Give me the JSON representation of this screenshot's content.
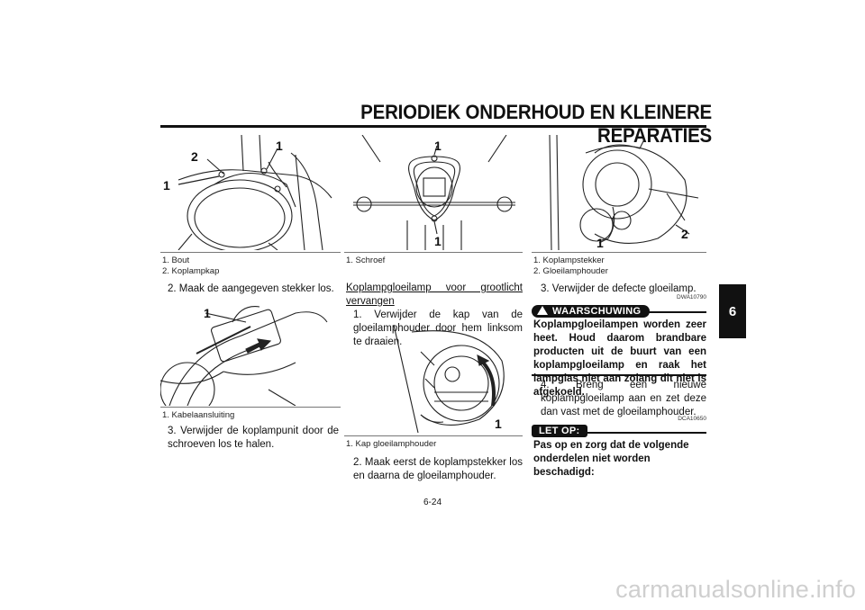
{
  "header": {
    "title": "PERIODIEK ONDERHOUD EN KLEINERE REPARATIES",
    "chapter_tab": "6"
  },
  "col1": {
    "fig1": {
      "callouts": [
        "1",
        "2",
        "1"
      ],
      "captions": [
        "1. Bout",
        "2. Koplampkap"
      ]
    },
    "step2": "2. Maak de aangegeven stekker los.",
    "fig2": {
      "callouts": [
        "1"
      ],
      "captions": [
        "1. Kabelaansluiting"
      ]
    },
    "step3": "3. Verwijder de koplampunit door de schroeven los te halen."
  },
  "col2": {
    "fig1": {
      "callouts": [
        "1",
        "1"
      ],
      "captions": [
        "1. Schroef"
      ]
    },
    "section_heading": "Koplampgloeilamp voor grootlicht vervangen",
    "step1": "1. Verwijder de kap van de gloeilamphouder door hem linksom te draaien.",
    "fig2": {
      "callouts": [
        "1"
      ],
      "captions": [
        "1. Kap gloeilamphouder"
      ]
    },
    "step2": "2. Maak eerst de koplampstekker los en daarna de gloeilamphouder."
  },
  "col3": {
    "fig1": {
      "callouts": [
        "1",
        "2"
      ],
      "captions": [
        "1. Koplampstekker",
        "2. Gloeilamphouder"
      ]
    },
    "step3": "3. Verwijder de defecte gloeilamp.",
    "warning": {
      "code": "DWA10790",
      "label": "WAARSCHUWING",
      "text": "Koplampgloeilampen worden zeer heet. Houd daarom brandbare producten uit de buurt van een koplampgloeilamp en raak het lampglas niet aan zolang dit niet is afgekoeld."
    },
    "step4": "4. Breng een nieuwe koplampgloeilamp aan en zet deze dan vast met de gloeilamphouder.",
    "note": {
      "code": "DCA10650",
      "label": "LET OP:",
      "text": "Pas op en zorg dat de volgende onderdelen niet worden beschadigd:"
    }
  },
  "footer": {
    "page_number": "6-24",
    "watermark": "carmanualsonline.info"
  }
}
